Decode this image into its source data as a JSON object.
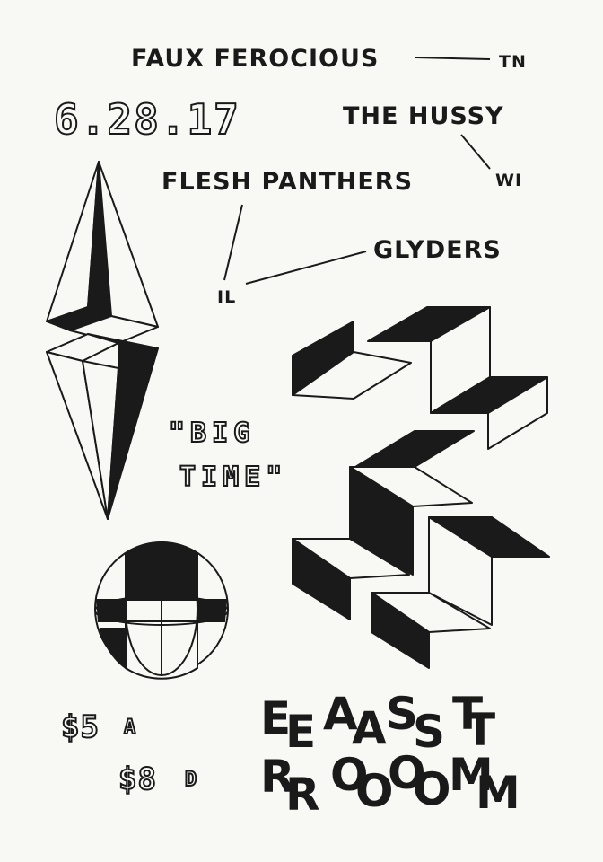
{
  "bands": [
    {
      "name": "FAUX FEROCIOUS",
      "state": "TN"
    },
    {
      "name": "THE HUSSY",
      "state": "WI"
    },
    {
      "name": "FLESH PANTHERS",
      "state": ""
    },
    {
      "name": "GLYDERS",
      "state": "IL"
    }
  ],
  "date": "6.28.17",
  "title_line1": "\"BIG",
  "title_line2": "TIME\"",
  "prices": [
    {
      "amount": "$5",
      "label": "A"
    },
    {
      "amount": "$8",
      "label": "D"
    }
  ],
  "venue": {
    "letters_top": [
      "E",
      "E",
      "A",
      "A",
      "S",
      "S",
      "T",
      "T"
    ],
    "letters_bottom": [
      "R",
      "R",
      "O",
      "O",
      "O",
      "O",
      "M",
      "M"
    ]
  },
  "colors": {
    "ink": "#1a1a1a",
    "paper": "#f8f8f4"
  },
  "graphics": [
    "diamond-prism-icon",
    "isometric-stairs-icon",
    "sphere-icon"
  ]
}
